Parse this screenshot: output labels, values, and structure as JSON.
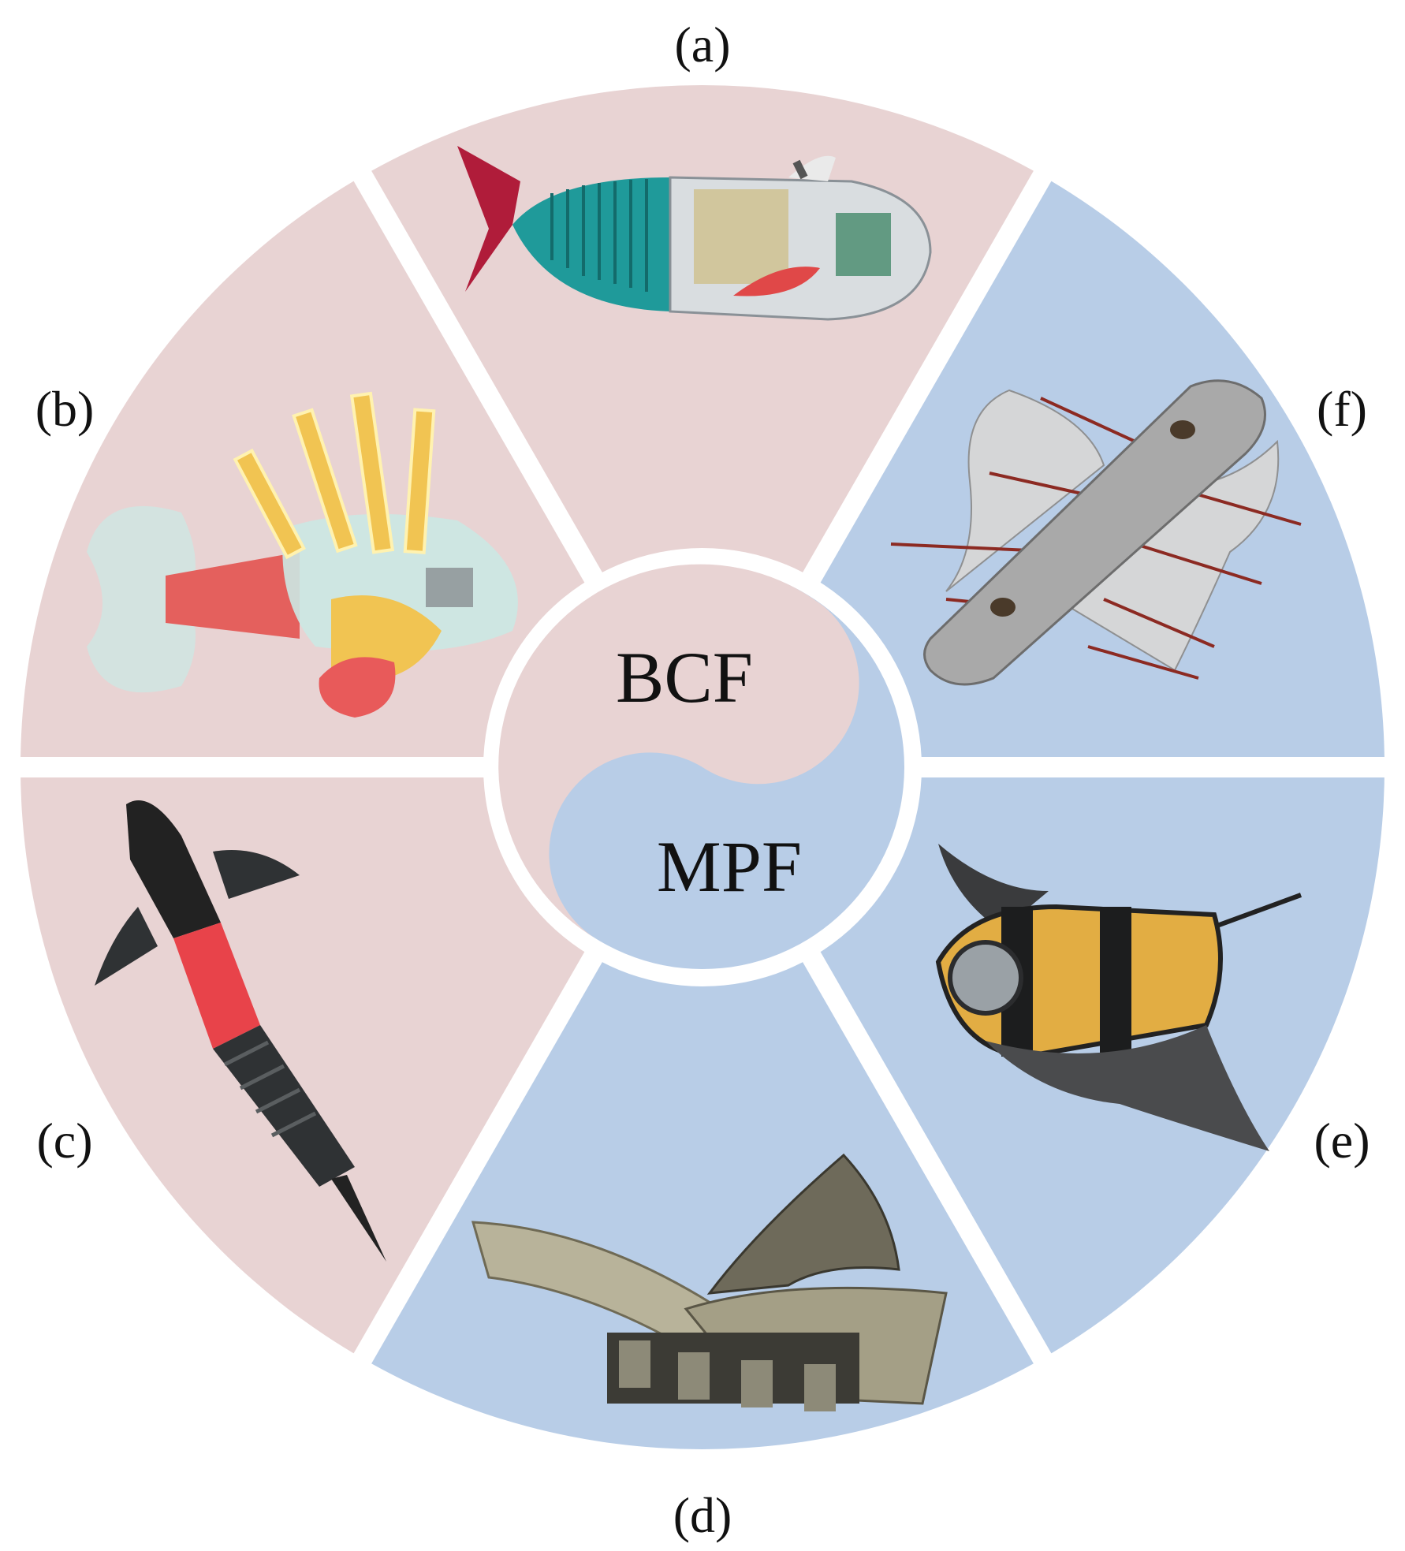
{
  "colors": {
    "bcf_sector": "#e8d3d3",
    "mpf_sector": "#b8cde7",
    "divider": "#ffffff"
  },
  "center": {
    "top_label": "BCF",
    "bottom_label": "MPF"
  },
  "panels": {
    "a": {
      "label": "(a)",
      "group": "BCF",
      "depicts": "robotic-fish-with-caudal-tail-icon"
    },
    "b": {
      "label": "(b)",
      "group": "BCF",
      "depicts": "lionfish-robot-icon"
    },
    "c": {
      "label": "(c)",
      "group": "BCF",
      "depicts": "eel-robot-with-red-body-icon"
    },
    "d": {
      "label": "(d)",
      "group": "MPF",
      "depicts": "ray-robot-with-metallic-fins-icon"
    },
    "e": {
      "label": "(e)",
      "group": "MPF",
      "depicts": "manta-robot-yellow-black-icon"
    },
    "f": {
      "label": "(f)",
      "group": "MPF",
      "depicts": "undulating-fin-robot-gray-body-icon"
    }
  }
}
